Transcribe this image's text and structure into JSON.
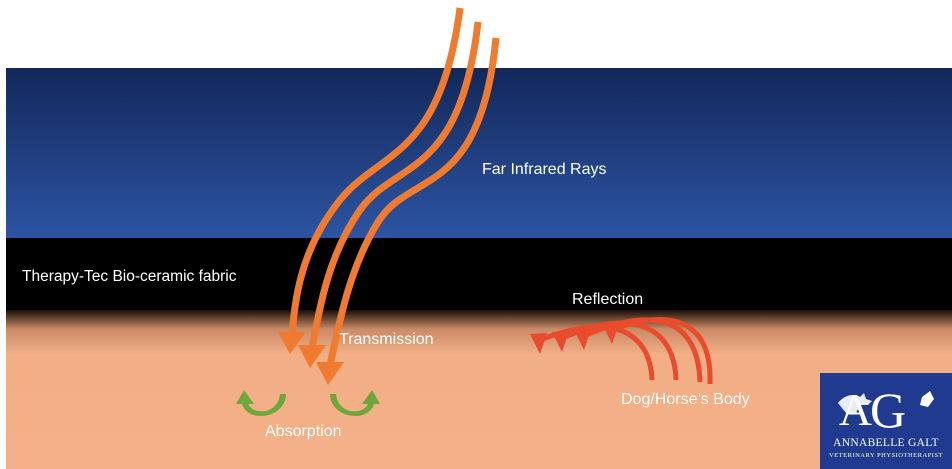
{
  "labels": {
    "far_infrared_rays": "Far Infrared Rays",
    "fabric": "Therapy-Tec Bio-ceramic fabric",
    "reflection": "Reflection",
    "transmission": "Transmission",
    "absorption": "Absorption",
    "body": "Dog/Horse’s Body"
  },
  "logo": {
    "monogram": "AG",
    "name": "ANNABELLE GALT",
    "subtitle": "VETERINARY PHYSIOTHERAPIST"
  },
  "colors": {
    "sky_top": "#12285a",
    "sky_bottom": "#2d55a4",
    "fabric": "#000000",
    "body": "#f2af86",
    "ray_arrows": "#f07a2e",
    "reflection_arrows": "#ea4b2c",
    "absorption_arrows": "#6fa83a",
    "logo_bg": "#1f3a8f"
  }
}
